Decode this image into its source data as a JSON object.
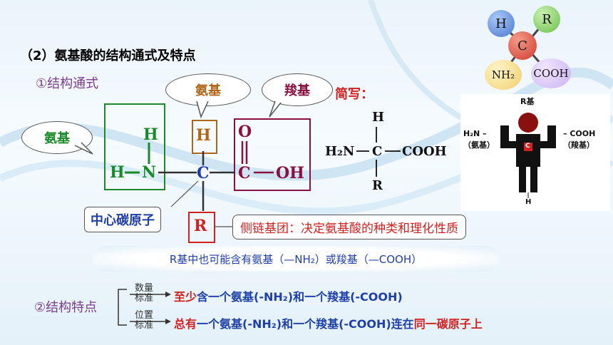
{
  "title": "（2）氨基酸的结构通式及特点",
  "section1_label": "①结构通式",
  "bubbles": {
    "amino_left": "氨基",
    "amino_top": "氨基",
    "carboxyl_top": "羧基"
  },
  "shorthand_label": "简写：",
  "structure": {
    "h_top": "H",
    "h_left": "H",
    "n": "N",
    "h_alpha": "H",
    "c_center": "C",
    "o_double": "O",
    "c_carboxyl": "C",
    "oh": "OH",
    "r": "R"
  },
  "shorthand": {
    "h": "H",
    "h2n": "H₂N",
    "c": "C",
    "cooh": "COOH",
    "r": "R"
  },
  "central_carbon_label": "中心碳原子",
  "side_chain_label": "侧链基团：决定氨基酸的种类和理化性质",
  "note_banner": "R基中也可能含有氨基（—NH₂）或羧基（—COOH）",
  "section2_label": "②结构特点",
  "criteria": {
    "quantity_top": "数量",
    "quantity_bottom": "标准",
    "position_top": "位置",
    "position_bottom": "标准"
  },
  "feature1": {
    "prefix": "至少",
    "text": "含一个氨基(-NH₂)和一个羧基(-COOH)"
  },
  "feature2": {
    "prefix": "总有",
    "middle": "一个氨基(-NH₂)和一个羧基(-COOH)连在",
    "suffix": "同一碳原子上"
  },
  "molecule_model": {
    "h": "H",
    "r": "R",
    "c": "C",
    "nh2": "NH₂",
    "cooh": "COOH"
  },
  "figure_model": {
    "r_label": "R基",
    "left_top": "H₂N –",
    "left_bottom": "（氨基）",
    "right_top": "– COOH",
    "right_bottom": "（羧基）",
    "c": "C",
    "h": "H"
  },
  "colors": {
    "green": "#1a8a2a",
    "red": "#d21f1f",
    "blue": "#1f3fa8",
    "brown": "#b0661a",
    "purple": "#7a3b8f",
    "dark_red": "#8a1010"
  }
}
